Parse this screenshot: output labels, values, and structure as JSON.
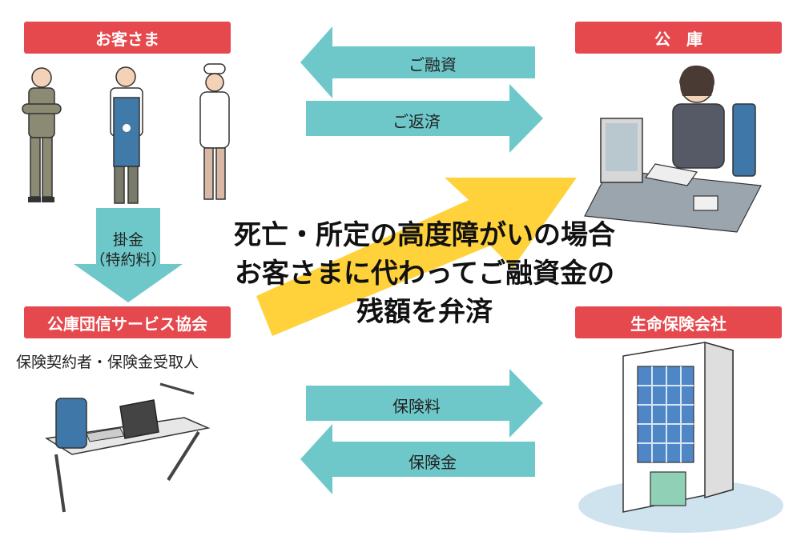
{
  "labels": {
    "customer": "お客さま",
    "koko": "公　庫",
    "association": "公庫団信サービス協会",
    "insurer": "生命保険会社"
  },
  "flows": {
    "loan": "ご融資",
    "repay": "ご返済",
    "premium": "保険料",
    "claim": "保険金",
    "kakekin_line1": "掛金",
    "kakekin_line2": "（特約料）"
  },
  "association_role": "保険契約者・保険金受取人",
  "center_message": {
    "line1": "死亡・所定の高度障がいの場合",
    "line2": "お客さまに代わってご融資金の",
    "line3": "残額を弁済"
  },
  "colors": {
    "label_red": "#e5484d",
    "teal_arrow": "#6ec8c9",
    "yellow_arrow": "#ffd23c"
  }
}
